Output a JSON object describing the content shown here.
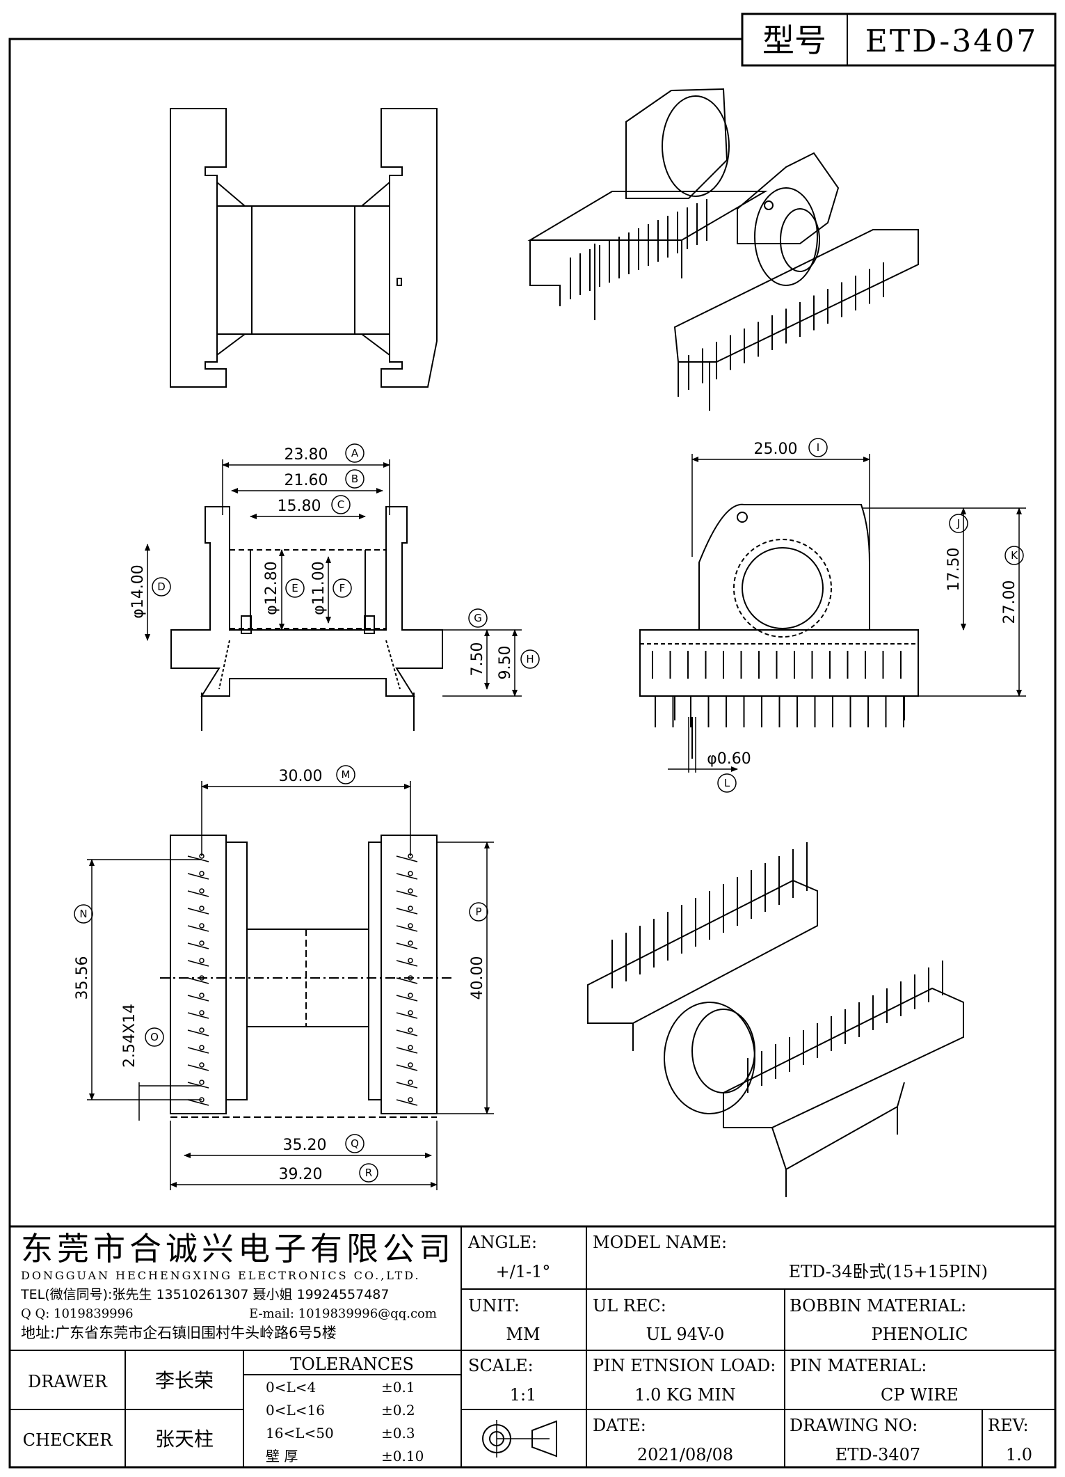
{
  "header": {
    "model_label": "型号",
    "model_value": "ETD-3407"
  },
  "dimensions": {
    "A": "23.80",
    "B": "21.60",
    "C": "15.80",
    "D": "φ14.00",
    "E": "φ12.80",
    "F": "φ11.00",
    "G": "7.50",
    "H": "9.50",
    "I": "25.00",
    "J": "17.50",
    "K": "27.00",
    "L": "φ0.60",
    "M": "30.00",
    "N": "35.56",
    "O": "2.54X14",
    "P": "40.00",
    "Q": "35.20",
    "R": "39.20"
  },
  "company": {
    "name_cn": "东莞市合诚兴电子有限公司",
    "name_en": "DONGGUAN HECHENGXING ELECTRONICS CO.,LTD.",
    "tel": "TEL(微信同号):张先生 13510261307 聂小姐 19924557487",
    "qq": "Q Q: 1019839996",
    "email": "E-mail: 1019839996@qq.com",
    "address": "地址:广东省东莞市企石镇旧围村牛头岭路6号5楼"
  },
  "title_block": {
    "angle_label": "ANGLE:",
    "angle_value": "+/1-1°",
    "model_name_label": "MODEL NAME:",
    "model_name_value": "ETD-34卧式(15+15PIN)",
    "unit_label": "UNIT:",
    "unit_value": "MM",
    "ul_label": "UL REC:",
    "ul_value": "UL 94V-0",
    "bobbin_label": "BOBBIN MATERIAL:",
    "bobbin_value": "PHENOLIC",
    "scale_label": "SCALE:",
    "scale_value": "1:1",
    "pin_load_label": "PIN ETNSION LOAD:",
    "pin_load_value": "1.0 KG MIN",
    "pin_mat_label": "PIN MATERIAL:",
    "pin_mat_value": "CP WIRE",
    "date_label": "DATE:",
    "date_value": "2021/08/08",
    "drawing_no_label": "DRAWING NO:",
    "drawing_no_value": "ETD-3407",
    "rev_label": "REV:",
    "rev_value": "1.0",
    "drawer_label": "DRAWER",
    "drawer_value": "李长荣",
    "checker_label": "CHECKER",
    "checker_value": "张天柱",
    "tolerances_label": "TOLERANCES",
    "tolerances": [
      {
        "range": "0<L<4",
        "value": "±0.1"
      },
      {
        "range": "0<L<16",
        "value": "±0.2"
      },
      {
        "range": "16<L<50",
        "value": "±0.3"
      },
      {
        "range": "壁  厚",
        "value": "±0.10"
      }
    ]
  }
}
